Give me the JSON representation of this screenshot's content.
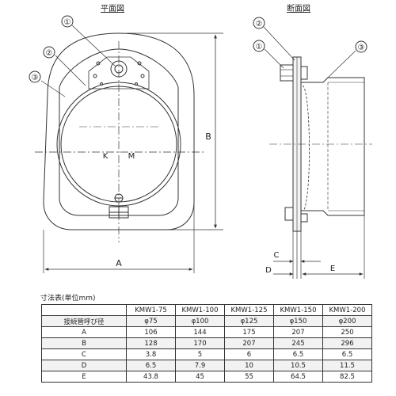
{
  "titles": {
    "plan": "平面図",
    "section": "断面図"
  },
  "callouts": {
    "c1": "①",
    "c2": "②",
    "c3": "③"
  },
  "plan_labels": {
    "K": "K",
    "M": "M",
    "A": "A",
    "B": "B"
  },
  "section_labels": {
    "C": "C",
    "D": "D",
    "E": "E"
  },
  "table": {
    "caption": "寸法表(単位mm)",
    "header": [
      "",
      "KMW1-75",
      "KMW1-100",
      "KMW1-125",
      "KMW1-150",
      "KMW1-200"
    ],
    "rows": [
      [
        "接続管呼び径",
        "φ75",
        "φ100",
        "φ125",
        "φ150",
        "φ200"
      ],
      [
        "A",
        "106",
        "144",
        "175",
        "207",
        "250"
      ],
      [
        "B",
        "128",
        "170",
        "207",
        "245",
        "296"
      ],
      [
        "C",
        "3.8",
        "5",
        "6",
        "6.5",
        "6.5"
      ],
      [
        "D",
        "6.5",
        "7.9",
        "10",
        "10.5",
        "11.5"
      ],
      [
        "E",
        "43.8",
        "45",
        "55",
        "64.5",
        "82.5"
      ]
    ]
  },
  "colors": {
    "stroke": "#333333",
    "light_fill": "#f4f4f4"
  }
}
